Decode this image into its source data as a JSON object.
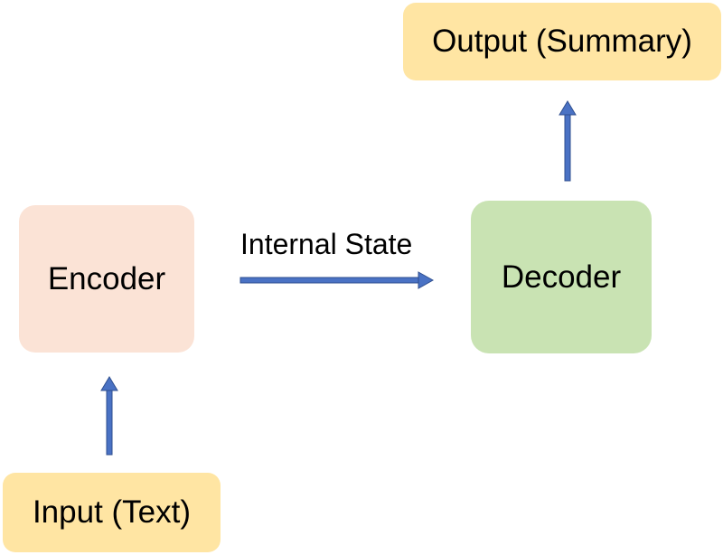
{
  "diagram": {
    "nodes": {
      "output": {
        "label": "Output (Summary)",
        "fill": "#ffe5a3"
      },
      "encoder": {
        "label": "Encoder",
        "fill": "#fbe3d6"
      },
      "decoder": {
        "label": "Decoder",
        "fill": "#c9e3b3"
      },
      "input": {
        "label": "Input (Text)",
        "fill": "#ffe5a3"
      }
    },
    "edges": [
      {
        "from": "input",
        "to": "encoder",
        "label": ""
      },
      {
        "from": "encoder",
        "to": "decoder",
        "label": "Internal State"
      },
      {
        "from": "decoder",
        "to": "output",
        "label": ""
      }
    ],
    "arrow_color": "#4a72c4",
    "arrow_outline": "#2f4f8f"
  }
}
